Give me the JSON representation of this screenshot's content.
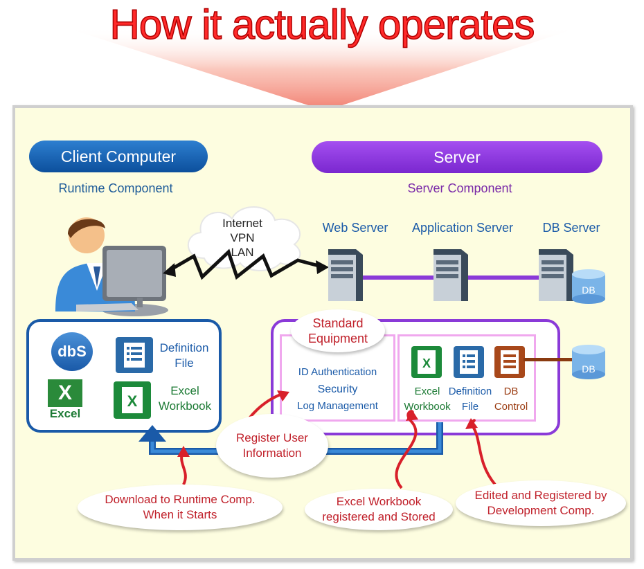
{
  "title": "How it actually operates",
  "client": {
    "header": "Client Computer",
    "subheader": "Runtime Component",
    "items": {
      "dbs_logo": "dbS",
      "excel_logo": "Excel",
      "definition_file": "Definition File",
      "excel_workbook": "Excel Workbook"
    }
  },
  "network": {
    "internet": "Internet",
    "vpn": "VPN",
    "lan": "LAN"
  },
  "server": {
    "header": "Server",
    "subheader": "Server Component",
    "web_server": "Web Server",
    "app_server": "Application Server",
    "db_server": "DB Server",
    "db_label": "DB",
    "db_label_2": "DB",
    "standard_equipment": "Standard Equipment",
    "std_items": [
      "ID Authentication",
      "Security",
      "Log Management"
    ],
    "files": {
      "excel_workbook": "Excel Workbook",
      "definition_file": "Definition File",
      "db_control": "DB Control"
    }
  },
  "callouts": {
    "register_user": "Register User Information",
    "download": "Download to Runtime Comp. When it Starts",
    "excel_registered": "Excel Workbook registered and Stored",
    "edited_registered": "Edited and Registered by Development Comp."
  },
  "colors": {
    "title": "#ff2a2a",
    "client_accent": "#1a5aa8",
    "server_accent": "#8a3ad8",
    "callout_text": "#c0202a",
    "panel_bg": "#fdfde0"
  }
}
